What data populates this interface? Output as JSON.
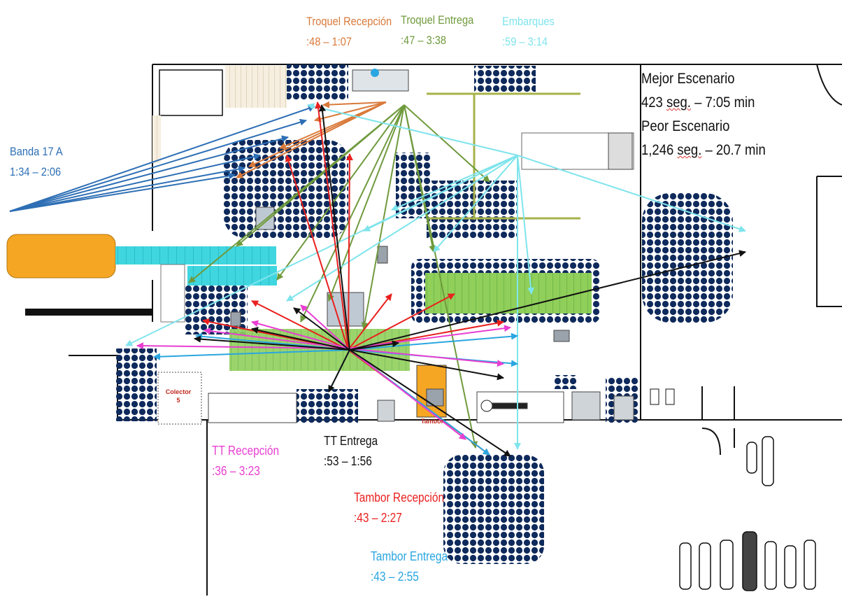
{
  "labels": {
    "troquel_recepcion": {
      "name": "Troquel Recepción",
      "time": ":48 – 1:07",
      "color": "#d97a3a"
    },
    "troquel_entrega": {
      "name": "Troquel Entrega",
      "time": ":47 – 3:38",
      "color": "#6f9a3d"
    },
    "embarques": {
      "name": "Embarques",
      "time": ":59 – 3:14",
      "color": "#7fe4ec"
    },
    "banda": {
      "name": "Banda 17 A",
      "time": "1:34 – 2:06",
      "color": "#2e6fb5"
    },
    "tt_recepcion": {
      "name": "TT Recepción",
      "time": ":36 – 3:23",
      "color": "#e83fd2"
    },
    "tt_entrega": {
      "name": "TT Entrega",
      "time": ":53 – 1:56",
      "color": "#111111"
    },
    "tambor_recepcion": {
      "name": "Tambor Recepción",
      "time": ":43 – 2:27",
      "color": "#e8201e"
    },
    "tambor_entrega": {
      "name": "Tambor Entrega",
      "time": ":43 – 2:55",
      "color": "#2aa6e0"
    }
  },
  "scenarios": {
    "best_title": "Mejor Escenario",
    "best_value_num": "423",
    "best_value_unit": "seg.",
    "best_value_rest": "– 7:05 min",
    "worst_title": "Peor Escenario",
    "worst_value_num": "1,246",
    "worst_value_unit": "seg.",
    "worst_value_rest": "– 20.7 min"
  },
  "plan_labels": {
    "collector_line1": "Colector",
    "collector_line2": "5",
    "tambor": "Tambor"
  },
  "colors": {
    "wall": "#111111",
    "roll": "#0f2a5c",
    "conveyor": "#3fd6e0",
    "green_zone": "#8fcf5a",
    "orange_tank": "#f5a623"
  }
}
